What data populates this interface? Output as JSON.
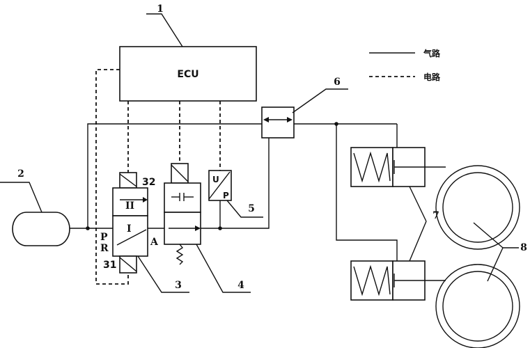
{
  "labels": {
    "ecu": "ECU",
    "n1": "1",
    "n2": "2",
    "n3": "3",
    "n4": "4",
    "n5": "5",
    "n6": "6",
    "n7": "7",
    "n8": "8",
    "n31": "31",
    "n32": "32",
    "port_p": "P",
    "port_r": "R",
    "port_a": "A",
    "pos_ii": "II",
    "pos_i": "I",
    "sensor_u": "U",
    "sensor_p": "P"
  },
  "legend": {
    "air_line": "气路",
    "electric_line": "电路"
  }
}
